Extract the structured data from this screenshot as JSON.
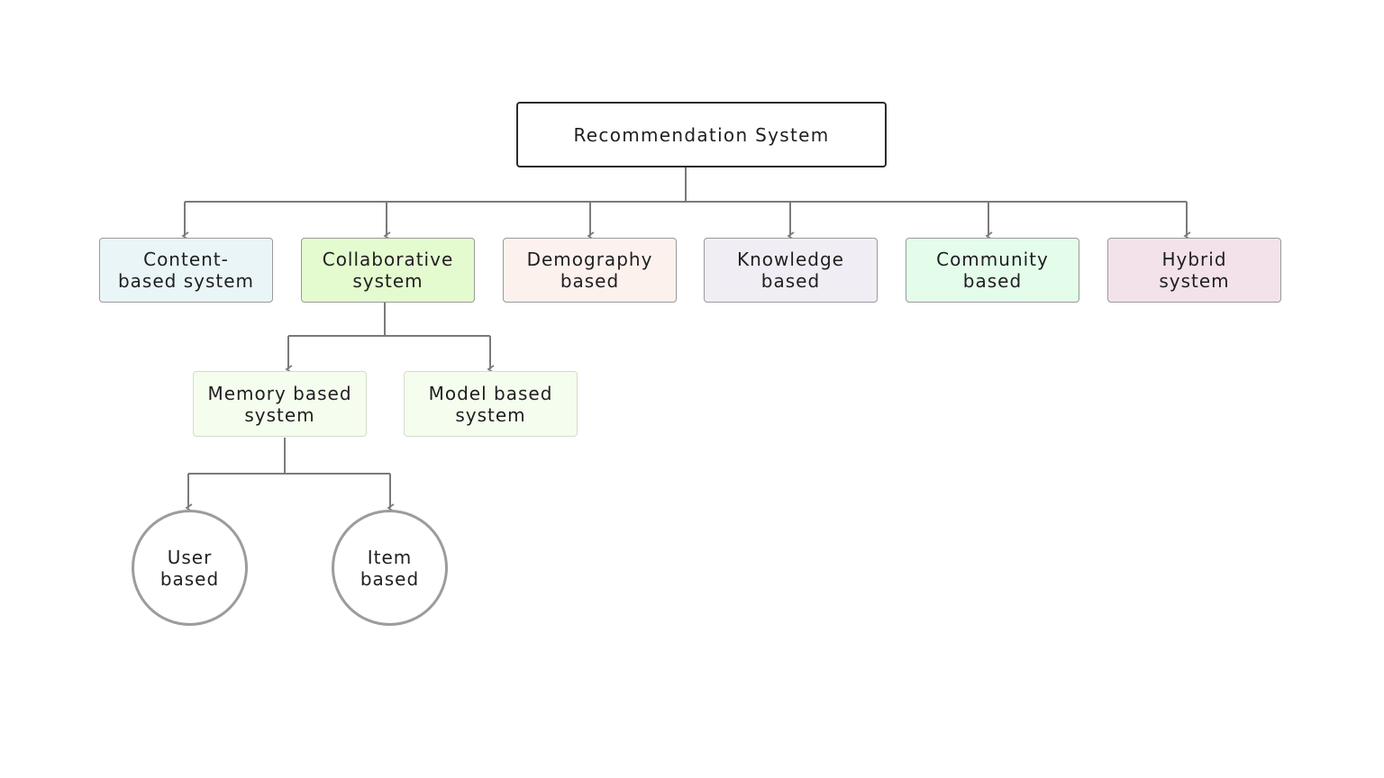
{
  "root": {
    "label": "Recommendation System"
  },
  "categories": [
    {
      "label": "Content-\nbased system",
      "fill": "#eaf5f8"
    },
    {
      "label": "Collaborative\nsystem",
      "fill": "#e4fbd0"
    },
    {
      "label": "Demography\nbased",
      "fill": "#fdf1ee"
    },
    {
      "label": "Knowledge\nbased",
      "fill": "#f1edf4"
    },
    {
      "label": "Community\nbased",
      "fill": "#e4fcea"
    },
    {
      "label": "Hybrid\nsystem",
      "fill": "#f3e2ea"
    }
  ],
  "collaborative_children": [
    {
      "label": "Memory based\nsystem",
      "fill": "#f5fdee"
    },
    {
      "label": "Model based\nsystem",
      "fill": "#f5fdee"
    }
  ],
  "memory_children": [
    {
      "label": "User\nbased"
    },
    {
      "label": "Item\nbased"
    }
  ],
  "colors": {
    "connector": "#7a7a7a"
  }
}
